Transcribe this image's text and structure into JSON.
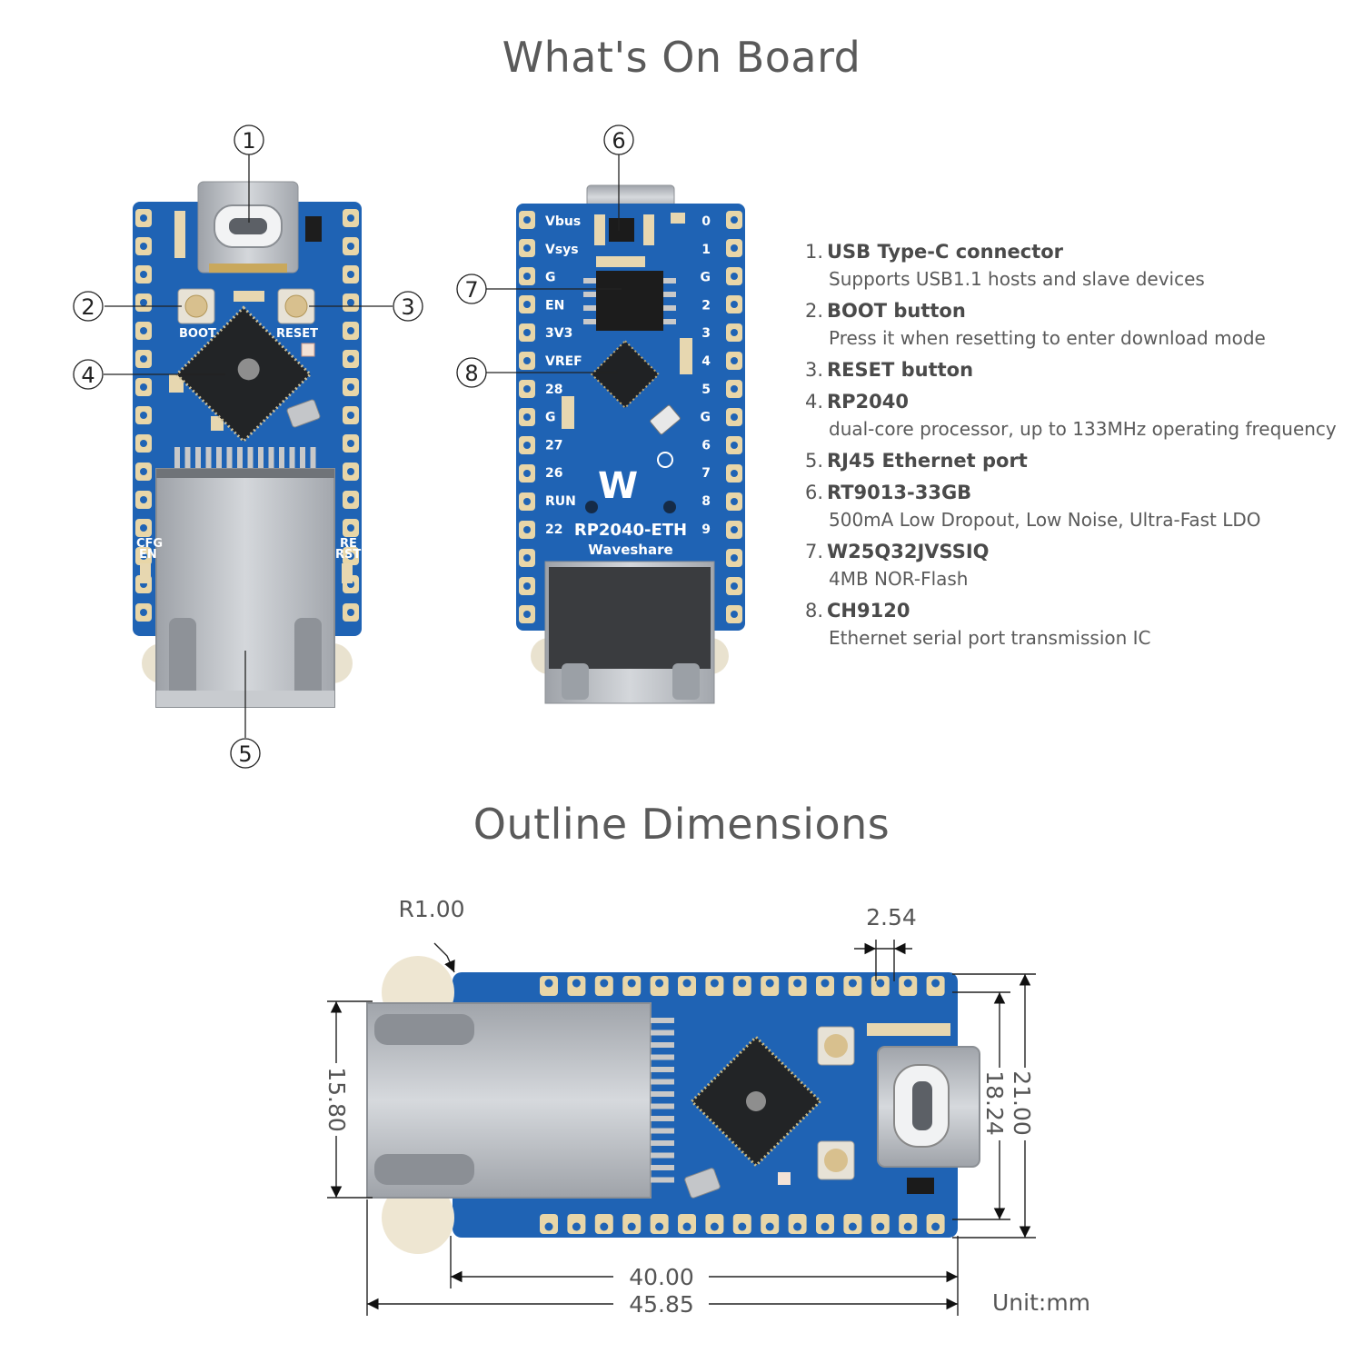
{
  "titles": {
    "on_board": "What's On Board",
    "dimensions": "Outline Dimensions"
  },
  "legend": [
    {
      "num": "1.",
      "name": "USB Type-C connector",
      "desc": "Supports USB1.1 hosts and slave devices"
    },
    {
      "num": "2.",
      "name": "BOOT button",
      "desc": "Press it when resetting to enter download mode"
    },
    {
      "num": "3.",
      "name": "RESET button",
      "desc": ""
    },
    {
      "num": "4.",
      "name": "RP2040",
      "desc": "dual-core processor, up to 133MHz operating frequency"
    },
    {
      "num": "5.",
      "name": "RJ45 Ethernet port",
      "desc": ""
    },
    {
      "num": "6.",
      "name": "RT9013-33GB",
      "desc": "500mA Low Dropout, Low Noise, Ultra-Fast LDO"
    },
    {
      "num": "7.",
      "name": "W25Q32JVSSIQ",
      "desc": "4MB NOR-Flash"
    },
    {
      "num": "8.",
      "name": "CH9120",
      "desc": "Ethernet serial port transmission IC"
    }
  ],
  "callouts": [
    "1",
    "2",
    "3",
    "4",
    "5",
    "6",
    "7",
    "8"
  ],
  "front_silk": {
    "boot": "BOOT",
    "reset": "RESET",
    "cfg": "CFG",
    "en": "EN",
    "re": "RE",
    "rst": "RST"
  },
  "back_board": {
    "left_pins": [
      "Vbus",
      "Vsys",
      "G",
      "EN",
      "3V3",
      "VREF",
      "28",
      "G",
      "27",
      "26",
      "RUN",
      "22"
    ],
    "right_pins": [
      "0",
      "1",
      "G",
      "2",
      "3",
      "4",
      "5",
      "G",
      "6",
      "7",
      "8",
      "9"
    ],
    "model": "RP2040-ETH",
    "brand": "Waveshare",
    "logo": "W"
  },
  "dimensions": {
    "radius": "R1.00",
    "pitch": "2.54",
    "height_rj45": "15.80",
    "height_inner": "18.24",
    "height_total": "21.00",
    "length_board": "40.00",
    "length_total": "45.85",
    "unit": "Unit:mm"
  },
  "colors": {
    "pcb": "#1f63b4",
    "pcb_dark": "#164e93",
    "pad": "#e8d6a8",
    "metal": "#b9bdc2",
    "chip": "#222426",
    "text": "#555555"
  }
}
